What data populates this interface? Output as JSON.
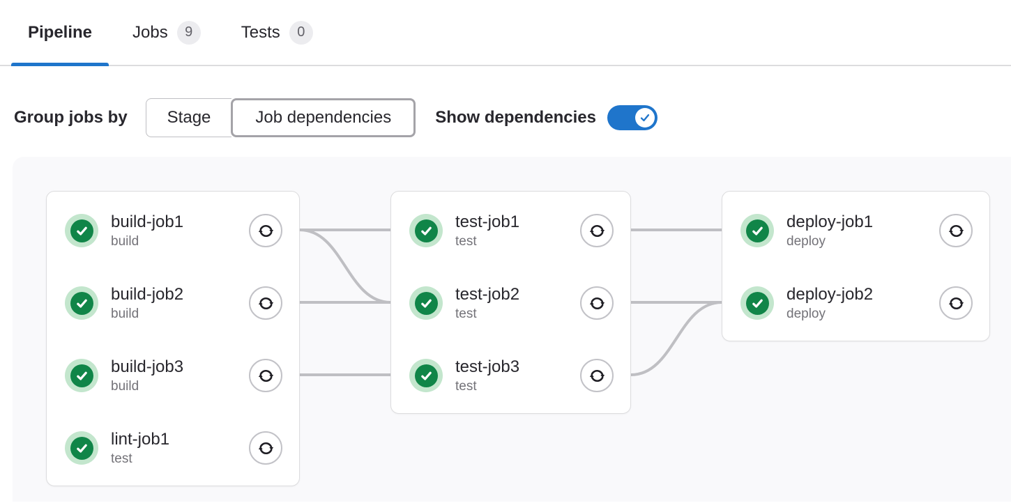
{
  "tabs": {
    "pipeline": {
      "label": "Pipeline"
    },
    "jobs": {
      "label": "Jobs",
      "count": "9"
    },
    "tests": {
      "label": "Tests",
      "count": "0"
    }
  },
  "controls": {
    "group_jobs_by_label": "Group jobs by",
    "options": [
      {
        "label": "Stage",
        "selected": false
      },
      {
        "label": "Job dependencies",
        "selected": true
      }
    ],
    "show_dependencies_label": "Show dependencies",
    "show_dependencies_enabled": true
  },
  "graph": {
    "columns": [
      {
        "jobs": [
          {
            "name": "build-job1",
            "stage": "build",
            "status": "success"
          },
          {
            "name": "build-job2",
            "stage": "build",
            "status": "success"
          },
          {
            "name": "build-job3",
            "stage": "build",
            "status": "success"
          },
          {
            "name": "lint-job1",
            "stage": "test",
            "status": "success"
          }
        ]
      },
      {
        "jobs": [
          {
            "name": "test-job1",
            "stage": "test",
            "status": "success"
          },
          {
            "name": "test-job2",
            "stage": "test",
            "status": "success"
          },
          {
            "name": "test-job3",
            "stage": "test",
            "status": "success"
          }
        ]
      },
      {
        "jobs": [
          {
            "name": "deploy-job1",
            "stage": "deploy",
            "status": "success"
          },
          {
            "name": "deploy-job2",
            "stage": "deploy",
            "status": "success"
          }
        ]
      }
    ],
    "dependencies": [
      {
        "from": "build-job1",
        "to": "test-job1"
      },
      {
        "from": "build-job1",
        "to": "test-job2"
      },
      {
        "from": "build-job2",
        "to": "test-job2"
      },
      {
        "from": "build-job3",
        "to": "test-job3"
      },
      {
        "from": "test-job1",
        "to": "deploy-job1"
      },
      {
        "from": "test-job2",
        "to": "deploy-job2"
      },
      {
        "from": "test-job3",
        "to": "deploy-job2"
      }
    ]
  },
  "colors": {
    "accent_blue": "#1f75cb",
    "success_green": "#108548",
    "success_green_light": "#c3e6cd",
    "edge_gray": "#bfbfc3"
  }
}
